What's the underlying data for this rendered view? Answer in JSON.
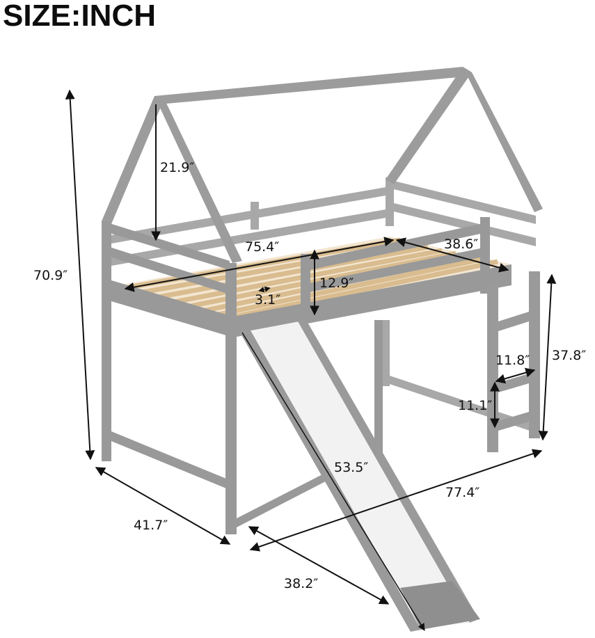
{
  "title": "SIZE:INCH",
  "colors": {
    "frame": "#9a9a9a",
    "frame_dark": "#858585",
    "frame_light": "#b4b4b4",
    "slats": "#e2c9a3",
    "slide_surface": "#f1f1f1",
    "dimension_lines": "#111111"
  },
  "product": "House-style loft bunk bed with slide and ladder",
  "dimensions": {
    "overall_height": "70.9″",
    "roof_height": "21.9″",
    "bed_length": "75.4″",
    "bed_width": "38.6″",
    "slat_gap": "3.1″",
    "guardrail_height": "12.9″",
    "ladder_height": "37.8″",
    "ladder_width": "11.8″",
    "ladder_step_spacing": "11.1″",
    "slide_length": "53.5″",
    "overall_length": "77.4″",
    "overall_width": "41.7″",
    "slide_extension": "38.2″"
  }
}
